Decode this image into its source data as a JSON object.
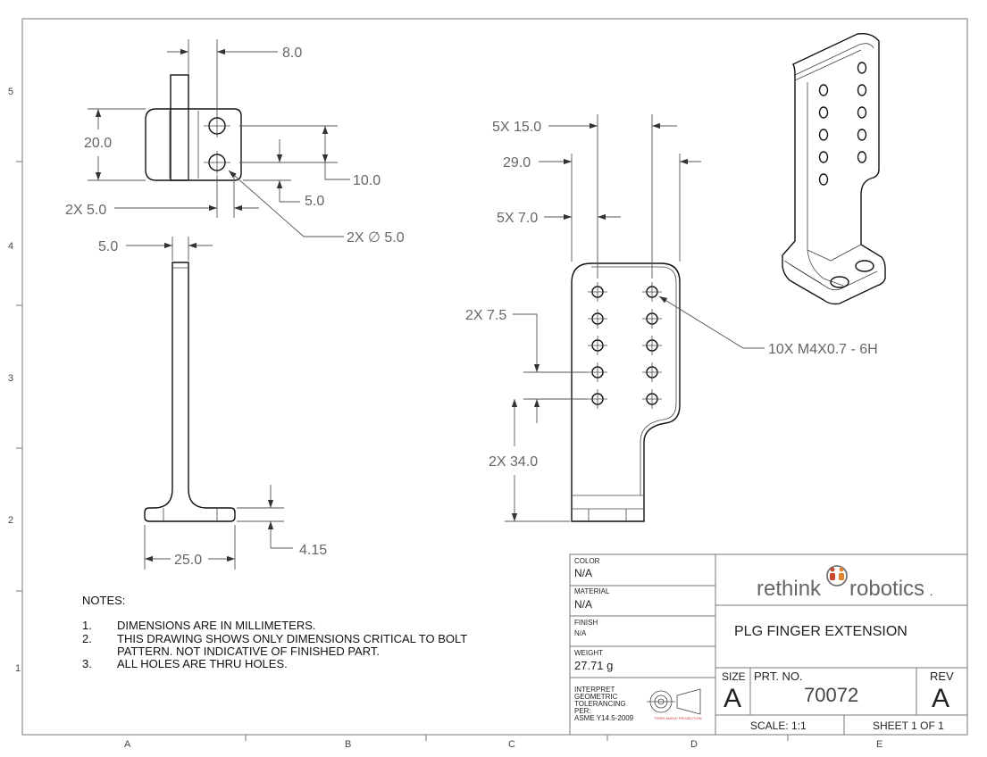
{
  "zones": {
    "rows": [
      "5",
      "4",
      "3",
      "2",
      "1"
    ],
    "cols": [
      "A",
      "B",
      "C",
      "D",
      "E"
    ]
  },
  "dimensions": {
    "front_view": {
      "d8_0": "8.0",
      "d20_0": "20.0",
      "d10_0": "10.0",
      "d5_0_vert": "5.0",
      "d2x5_0": "2X 5.0",
      "hole_dia": "2X ∅ 5.0"
    },
    "side_view": {
      "d5_0": "5.0",
      "d25_0": "25.0",
      "d4_15": "4.15"
    },
    "finger_view": {
      "d5x15_0": "5X 15.0",
      "d29_0": "29.0",
      "d5x7_0": "5X 7.0",
      "d2x7_5": "2X 7.5",
      "d2x34_0": "2X 34.0",
      "thread": "10X M4X0.7 - 6H"
    }
  },
  "notes": {
    "heading": "NOTES:",
    "items": [
      {
        "num": "1.",
        "lines": [
          "DIMENSIONS ARE IN MILLIMETERS."
        ]
      },
      {
        "num": "2.",
        "lines": [
          "THIS DRAWING SHOWS ONLY DIMENSIONS CRITICAL TO BOLT",
          "PATTERN. NOT INDICATIVE OF FINISHED PART."
        ]
      },
      {
        "num": "3.",
        "lines": [
          "ALL HOLES ARE THRU HOLES."
        ]
      }
    ]
  },
  "title_block": {
    "color_label": "COLOR",
    "color_value": "N/A",
    "material_label": "MATERIAL",
    "material_value": "N/A",
    "finish_label": "FINISH",
    "finish_value": "N/A",
    "weight_label": "WEIGHT",
    "weight_value": "27.71 g",
    "tolerancing_lines": [
      "INTERPRET",
      "GEOMETRIC",
      "TOLERANCING",
      "PER:",
      "ASME Y14.5-2009"
    ],
    "projection_label": "THIRD ANGLE PROJECTION",
    "logo_left": "rethink",
    "logo_right": "robotics",
    "logo_dot": ".",
    "title": "PLG FINGER EXTENSION",
    "size_label": "SIZE",
    "size_value": "A",
    "part_label": "PRT. NO.",
    "part_value": "70072",
    "rev_label": "REV",
    "rev_value": "A",
    "scale": "SCALE: 1:1",
    "sheet": "SHEET 1 OF 1"
  },
  "colors": {
    "line": "#111111",
    "dimension_text": "#666666",
    "logo_accent": "#c8482c"
  }
}
